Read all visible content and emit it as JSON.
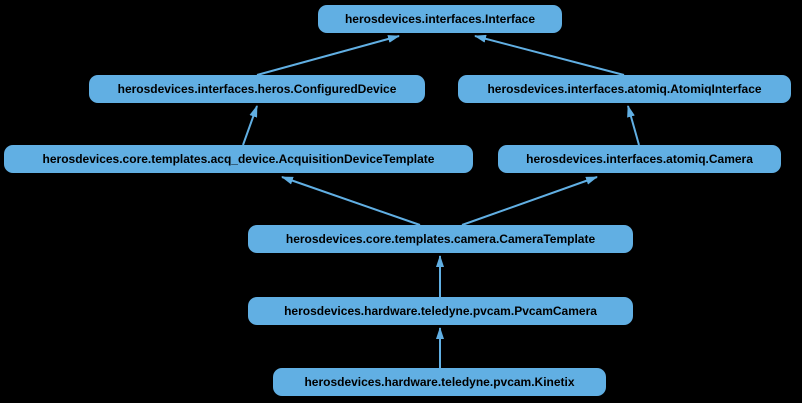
{
  "colors": {
    "background": "#000000",
    "node_fill": "#61afe3",
    "node_text": "#000000",
    "edge": "#61afe3"
  },
  "diagram": {
    "type": "inheritance-graph",
    "nodes": [
      {
        "id": "interface",
        "label": "herosdevices.interfaces.Interface"
      },
      {
        "id": "configured_device",
        "label": "herosdevices.interfaces.heros.ConfiguredDevice"
      },
      {
        "id": "atomiq_interface",
        "label": "herosdevices.interfaces.atomiq.AtomiqInterface"
      },
      {
        "id": "acquisition_device_template",
        "label": "herosdevices.core.templates.acq_device.AcquisitionDeviceTemplate"
      },
      {
        "id": "atomiq_camera",
        "label": "herosdevices.interfaces.atomiq.Camera"
      },
      {
        "id": "camera_template",
        "label": "herosdevices.core.templates.camera.CameraTemplate"
      },
      {
        "id": "pvcam_camera",
        "label": "herosdevices.hardware.teledyne.pvcam.PvcamCamera"
      },
      {
        "id": "kinetix",
        "label": "herosdevices.hardware.teledyne.pvcam.Kinetix"
      }
    ],
    "edges": [
      {
        "from": "configured_device",
        "to": "interface"
      },
      {
        "from": "atomiq_interface",
        "to": "interface"
      },
      {
        "from": "acquisition_device_template",
        "to": "configured_device"
      },
      {
        "from": "atomiq_camera",
        "to": "atomiq_interface"
      },
      {
        "from": "camera_template",
        "to": "acquisition_device_template"
      },
      {
        "from": "camera_template",
        "to": "atomiq_camera"
      },
      {
        "from": "pvcam_camera",
        "to": "camera_template"
      },
      {
        "from": "kinetix",
        "to": "pvcam_camera"
      }
    ]
  }
}
